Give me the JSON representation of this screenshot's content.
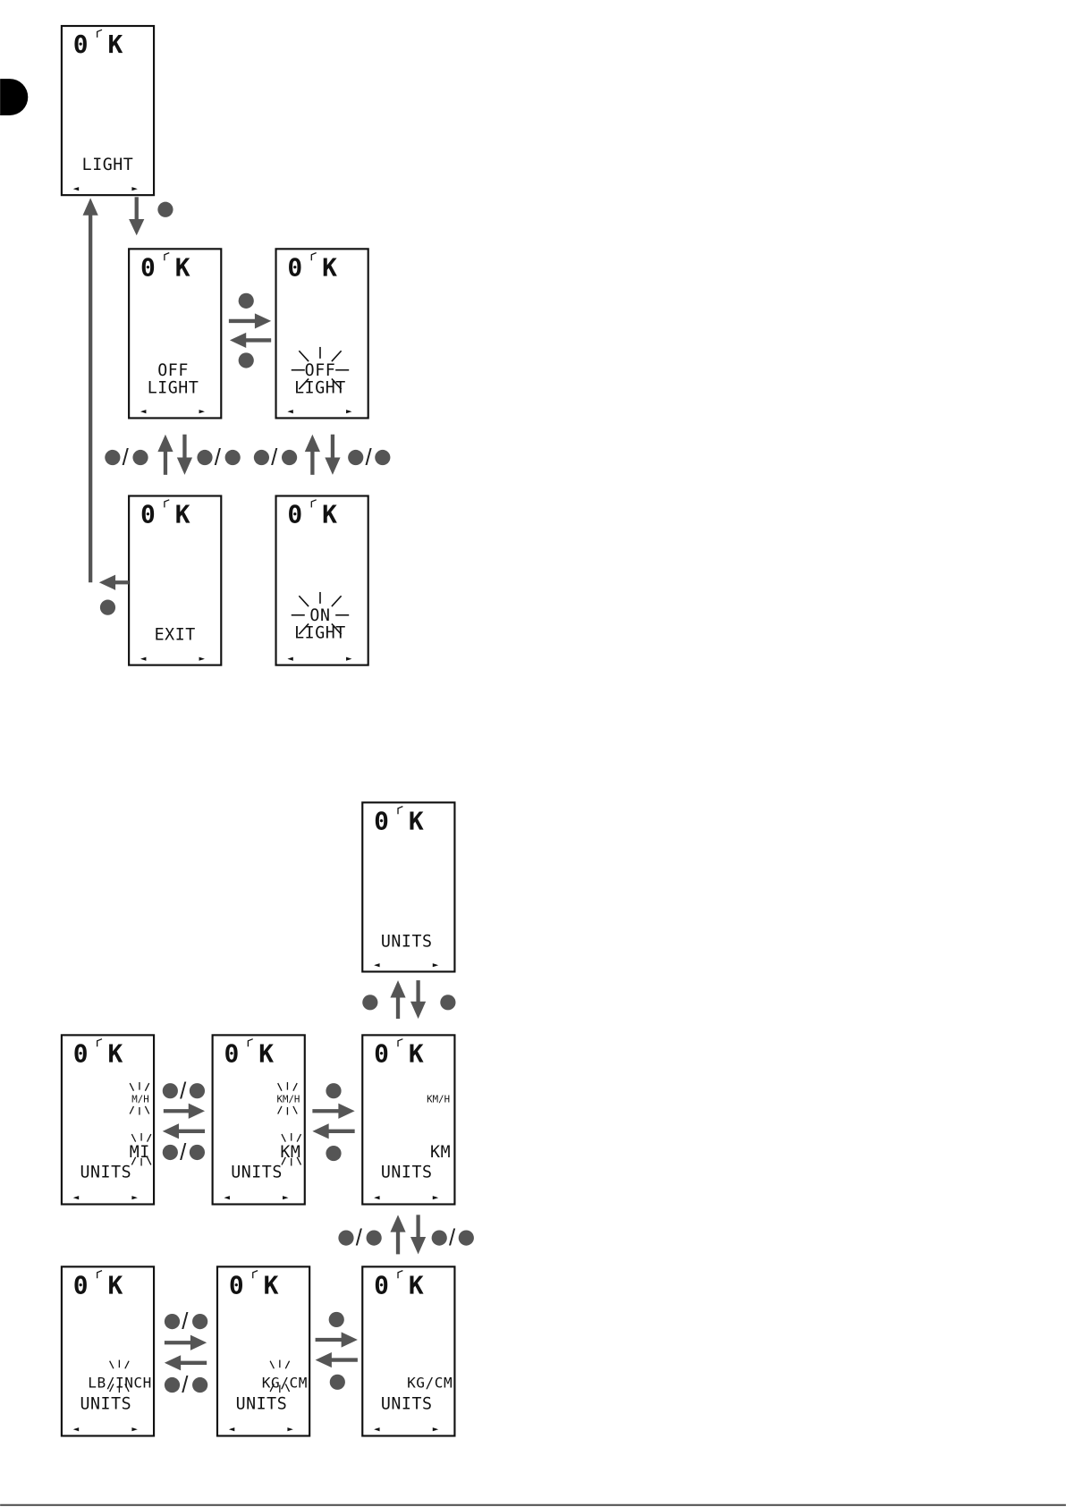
{
  "colors": {
    "arrow": "#555555",
    "button": "#555555",
    "frame": "#111111",
    "tab": "#000000"
  },
  "display_brand": {
    "zero": "0",
    "k": "K"
  },
  "nav_glyphs": {
    "left": "◄",
    "right": "►"
  },
  "slash": "/",
  "light_section": {
    "screens": {
      "light": {
        "line1": "",
        "line2": "LIGHT"
      },
      "off": {
        "line1": "OFF",
        "line2": "LIGHT"
      },
      "off_blink": {
        "line1": "OFF",
        "line2": "LIGHT",
        "blinking": "line1"
      },
      "exit": {
        "line1": "",
        "line2": "EXIT"
      },
      "on_blink": {
        "line1": "ON",
        "line2": "LIGHT",
        "blinking": "line1"
      }
    }
  },
  "units_section": {
    "screens": {
      "units": {
        "line1": "",
        "line2": "UNITS"
      },
      "km_static": {
        "speed": "KM/H",
        "dist": "KM",
        "label": "UNITS"
      },
      "km_blink": {
        "speed": "KM/H",
        "dist": "KM",
        "label": "UNITS",
        "blinking": "speed,dist"
      },
      "mi_blink": {
        "speed": "M/H",
        "dist": "MI",
        "label": "UNITS",
        "blinking": "speed,dist"
      },
      "kg_static": {
        "weight": "KG/CM",
        "label": "UNITS"
      },
      "kg_blink": {
        "weight": "KG/CM",
        "label": "UNITS",
        "blinking": "weight"
      },
      "lb_blink": {
        "weight": "LB/INCH",
        "label": "UNITS",
        "blinking": "weight"
      }
    }
  }
}
